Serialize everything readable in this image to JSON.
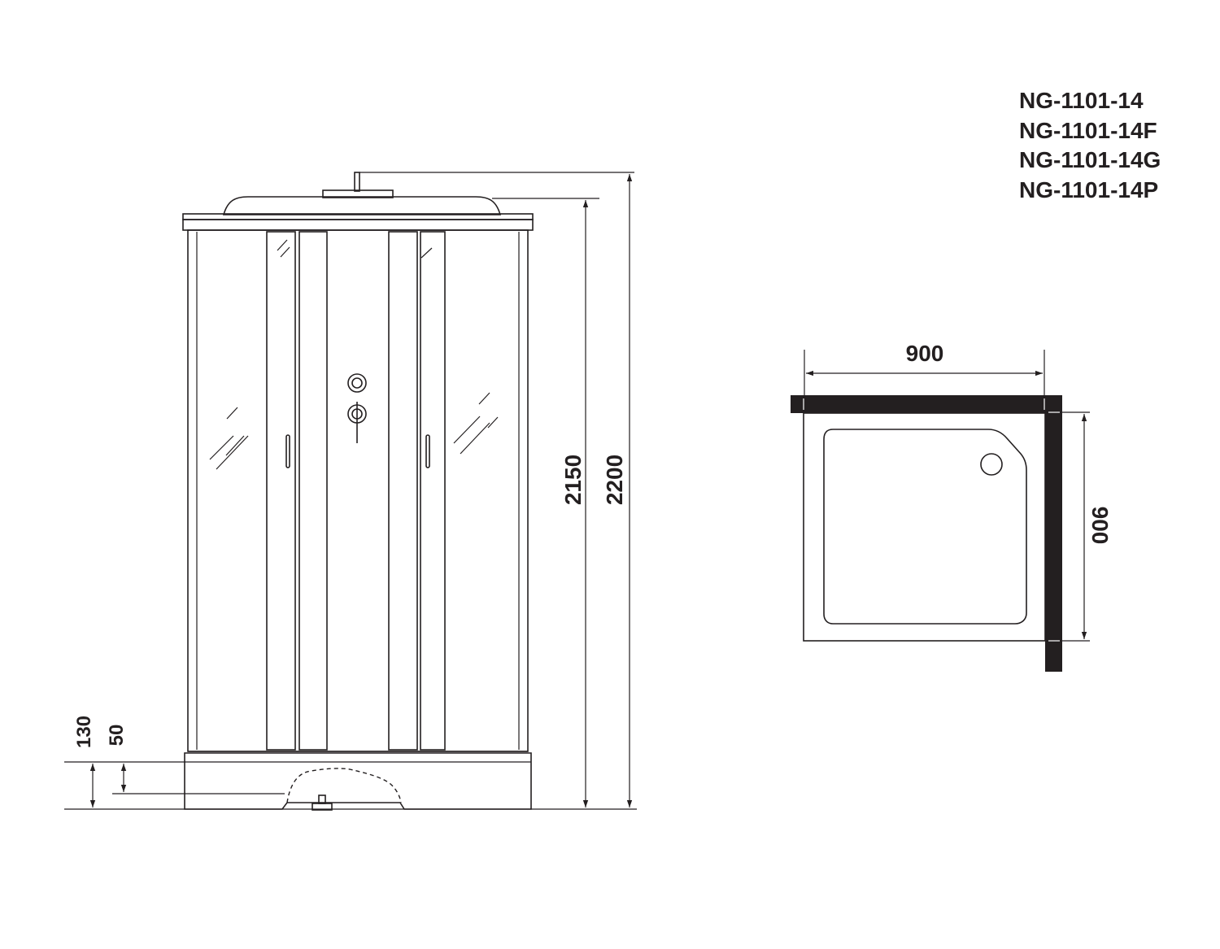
{
  "models": [
    "NG-1101-14",
    "NG-1101-14F",
    "NG-1101-14G",
    "NG-1101-14P"
  ],
  "front_view": {
    "height_total": "2200",
    "height_cabin": "2150",
    "tray_height": "130",
    "tray_step": "50"
  },
  "plan_view": {
    "width": "900",
    "depth": "900"
  }
}
